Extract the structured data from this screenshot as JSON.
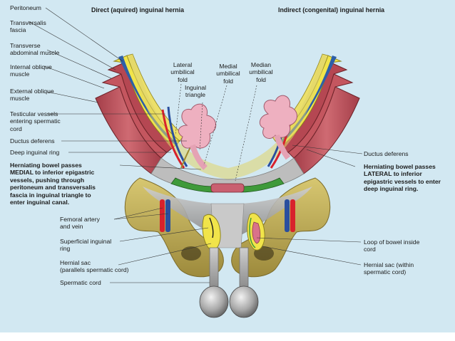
{
  "headers": {
    "left": "Direct (aquired) inguinal hernia",
    "right": "Indirect (congenital) inguinal hernia"
  },
  "left_labels": {
    "peritoneum": "Peritoneum",
    "transversalis_fascia": "Transversalis\nfascia",
    "transverse_abdominal_muscle": "Transverse\nabdominal muscle",
    "internal_oblique": "Internal oblique\nmuscle",
    "external_oblique": "External oblique\nmuscle",
    "testicular_vessels": "Testicular vessels\nentering spermatic\ncord",
    "ductus_deferens": "Ductus deferens",
    "deep_inguinal_ring": "Deep inguinal ring",
    "direct_explanation": "Herniating bowel passes\nMEDIAL to inferior epigastric\nvessels, pushing through\nperitoneum and transversalis\nfascia in inguinal triangle to\nenter inguinal canal.",
    "femoral_artery_vein": "Femoral artery\nand vein",
    "superficial_inguinal_ring": "Superficial inguinal\nring",
    "hernial_sac_left": "Hernial sac\n(parallels spermatic cord)",
    "spermatic_cord": "Spermatic cord"
  },
  "center_labels": {
    "lateral_umbilical_fold": "Lateral\numbilical\nfold",
    "medial_umbilical_fold": "Medial\numbilical\nfold",
    "median_umbilical_fold": "Median\numbilical\nfold",
    "inguinal_triangle": "Inguinal\ntriangle"
  },
  "right_labels": {
    "ductus_deferens": "Ductus deferens",
    "indirect_explanation": "Herniating bowel passes\nLATERAL to inferior\nepigastric vessels to enter\ndeep inguinal ring.",
    "loop_of_bowel": "Loop of bowel inside\ncord",
    "hernial_sac_right": "Hernial sac (within\nspermatic cord)"
  },
  "colors": {
    "background": "#d2e8f2",
    "muscle": "#b24a55",
    "fascia_yellow": "#f1e44a",
    "peritoneum_blue": "#2d5fa8",
    "bone": "#c8b560",
    "vessel_red": "#d8222c",
    "vessel_blue": "#2a4f9e",
    "bowel_pink": "#eeb0c0",
    "ligament_green": "#3f9a3a",
    "testis_gray": "#8a8a8a"
  }
}
